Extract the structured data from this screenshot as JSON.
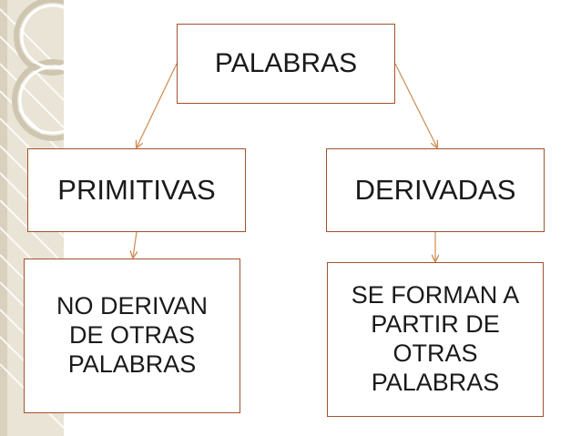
{
  "diagram": {
    "root": {
      "label": "PALABRAS"
    },
    "left": {
      "label": "PRIMITIVAS",
      "description": "NO DERIVAN\nDE OTRAS\nPALABRAS"
    },
    "right": {
      "label": "DERIVADAS",
      "description": "SE FORMAN A\nPARTIR DE\nOTRAS\nPALABRAS"
    }
  },
  "colors": {
    "box_border": "#a0522d",
    "connector": "#d08a50",
    "text": "#1a1a1a",
    "deco_band": "#eae4d6"
  }
}
